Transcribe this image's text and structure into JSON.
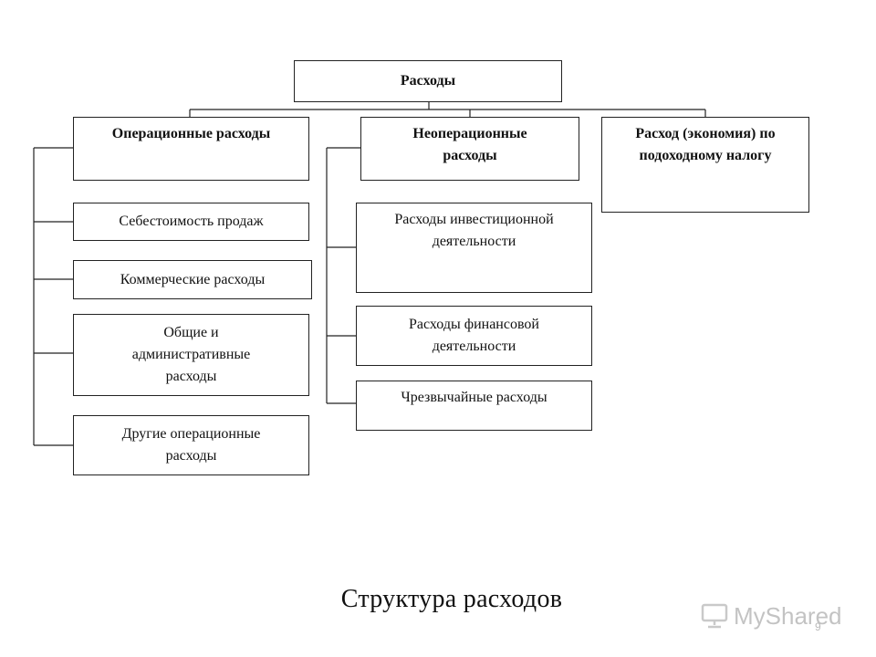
{
  "diagram": {
    "root": "Расходы",
    "categories": {
      "operational": "Операционные расходы",
      "non_operational": "Неоперационные\nрасходы",
      "tax": "Расход (экономия) по\nподоходному налогу"
    },
    "operational_items": [
      "Себестоимость продаж",
      "Коммерческие расходы",
      "Общие и\nадминистративные\nрасходы",
      "Другие операционные\nрасходы"
    ],
    "non_operational_items": [
      "Расходы инвестиционной\nдеятельности",
      "Расходы финансовой\nдеятельности",
      "Чрезвычайные расходы"
    ]
  },
  "caption": "Структура расходов",
  "watermark": {
    "text": "MyShared",
    "icon": "presentation-board-icon"
  },
  "page_number": "9"
}
